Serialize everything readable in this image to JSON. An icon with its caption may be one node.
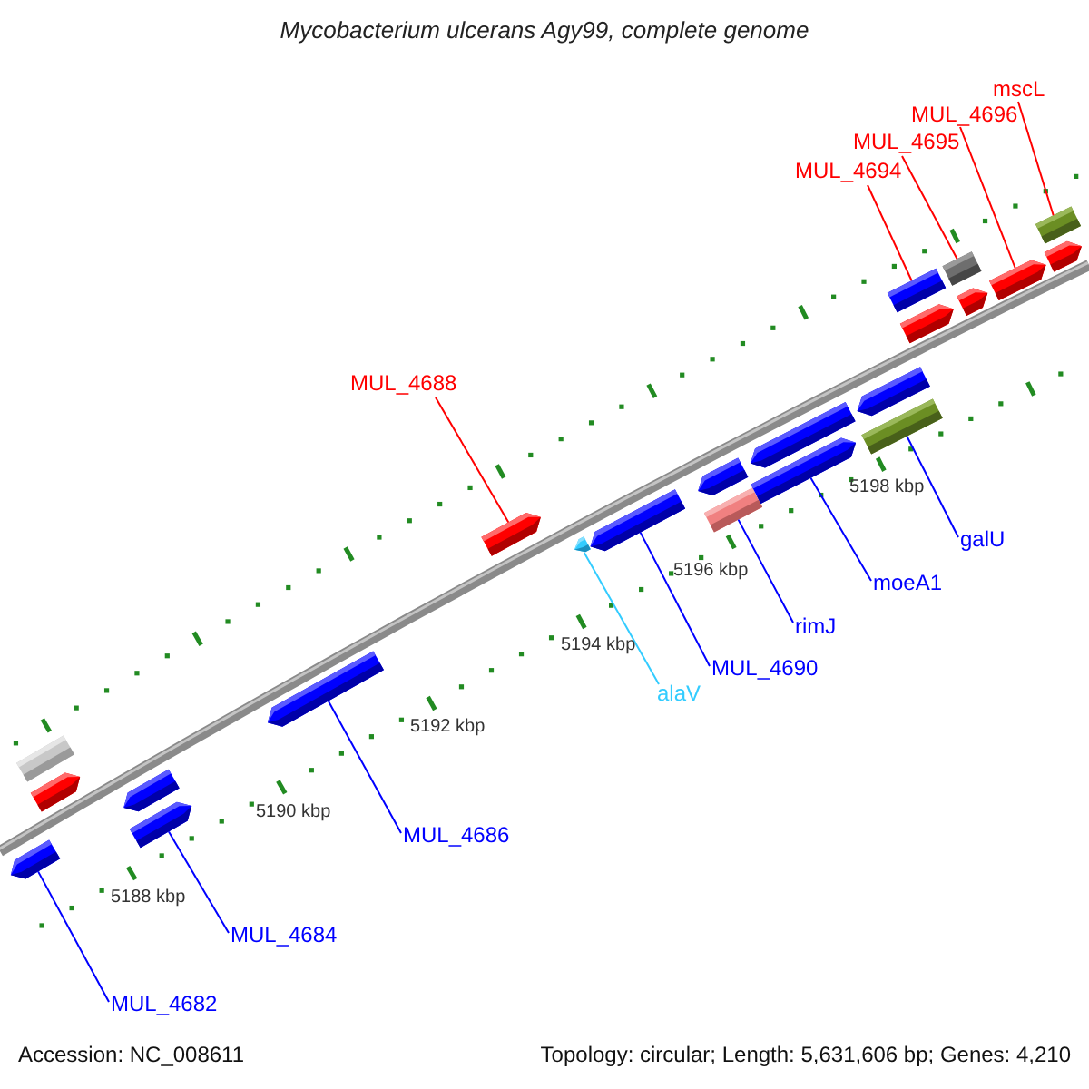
{
  "diagram": {
    "title": "Mycobacterium ulcerans Agy99, complete genome",
    "nodes": [
      {
        "text": [],
        "shape": "box"
      },
      {
        "text": [],
        "shape": "arrow"
      },
      {
        "text": [],
        "shape": "arrow"
      },
      {
        "text": [],
        "shape": "arrow"
      },
      {
        "text": [],
        "shape": "arrow"
      },
      {
        "text": [],
        "shape": "arrow"
      },
      {
        "text": [],
        "shape": "arrow"
      },
      {
        "text": [],
        "shape": "arrow"
      },
      {
        "text": [],
        "shape": "arrow"
      },
      {
        "text": [],
        "shape": "arrow"
      },
      {
        "text": [],
        "shape": "box"
      },
      {
        "text": [],
        "shape": "arrow"
      },
      {
        "text": [],
        "shape": "arrow"
      },
      {
        "text": [],
        "shape": "arrow"
      },
      {
        "text": [],
        "shape": "box"
      },
      {
        "text": [],
        "shape": "box"
      },
      {
        "text": [],
        "shape": "arrow"
      },
      {
        "text": [],
        "shape": "box"
      },
      {
        "text": [],
        "shape": "arrow"
      },
      {
        "text": [],
        "shape": "arrow"
      },
      {
        "text": [],
        "shape": "box"
      },
      {
        "text": [],
        "shape": "arrow"
      },
      {
        "text": [
          "mscL"
        ]
      },
      {
        "text": [
          "MUL_4696"
        ]
      },
      {
        "text": [
          "MUL_4695"
        ]
      },
      {
        "text": [
          "MUL_4694"
        ]
      },
      {
        "text": [
          "MUL_4688"
        ]
      },
      {
        "text": [
          "galU"
        ]
      },
      {
        "text": [
          "moeA1"
        ]
      },
      {
        "text": [
          "rimJ"
        ]
      },
      {
        "text": [
          "MUL_4690"
        ]
      },
      {
        "text": [
          "alaV"
        ]
      },
      {
        "text": [
          "MUL_4686"
        ]
      },
      {
        "text": [
          "MUL_4684"
        ]
      },
      {
        "text": [
          "MUL_4682"
        ]
      }
    ],
    "edges": [
      {
        "from": 22,
        "to": 20,
        "arrow": "none",
        "color": "#ff0000"
      },
      {
        "from": 23,
        "to": 19,
        "arrow": "none",
        "color": "#ff0000"
      },
      {
        "from": 24,
        "to": 17,
        "arrow": "none",
        "color": "#ff0000"
      },
      {
        "from": 25,
        "to": 15,
        "arrow": "none",
        "color": "#ff0000"
      },
      {
        "from": 26,
        "to": 6,
        "arrow": "none",
        "color": "#ff0000"
      },
      {
        "from": 27,
        "to": 14,
        "arrow": "none"
      },
      {
        "from": 28,
        "to": 12,
        "arrow": "none"
      },
      {
        "from": 29,
        "to": 10,
        "arrow": "none"
      },
      {
        "from": 30,
        "to": 8,
        "arrow": "none"
      },
      {
        "from": 31,
        "to": 7,
        "arrow": "none",
        "color": "#33ccff"
      },
      {
        "from": 32,
        "to": 5,
        "arrow": "none"
      },
      {
        "from": 33,
        "to": 4,
        "arrow": "none"
      },
      {
        "from": 34,
        "to": 2,
        "arrow": "none"
      }
    ],
    "labels": [
      "5198 kbp",
      "5196 kbp",
      "5194 kbp",
      "5192 kbp",
      "5190 kbp",
      "5188 kbp",
      "Accession: NC_008611",
      "Topology: circular; Length: 5,631,606 bp; Genes: 4,210"
    ]
  }
}
